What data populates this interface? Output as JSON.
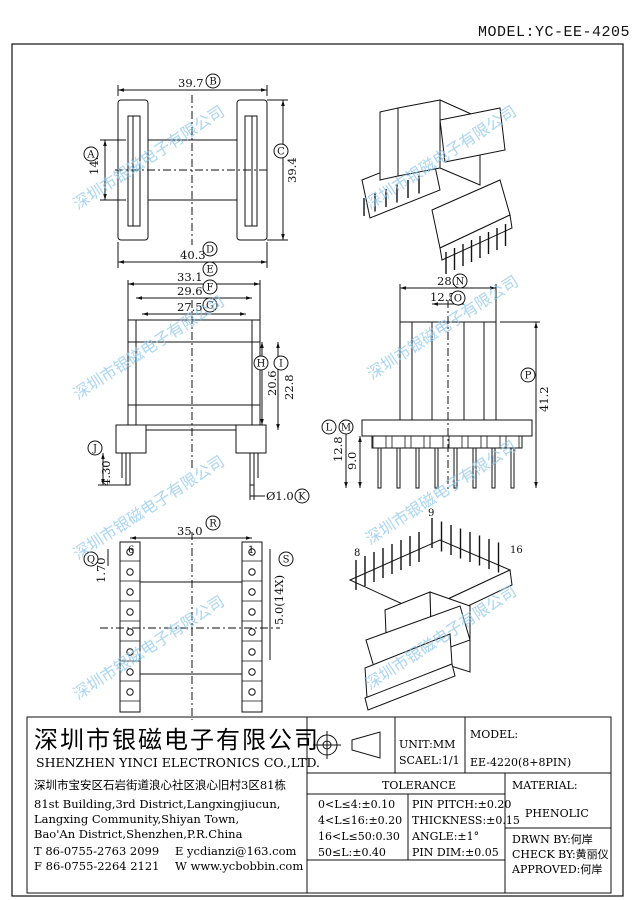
{
  "header": {
    "model": "MODEL:YC-EE-4205"
  },
  "watermark": {
    "text": "深圳市银磁电子有限公司"
  },
  "dims": {
    "B": "39.7",
    "A": "14.5",
    "C": "39.4",
    "D": "40.3",
    "E": "33.1",
    "F": "29.6",
    "G": "27.5",
    "H": "20.6",
    "I": "22.8",
    "J": "4.30",
    "K": "Ø1.0",
    "N": "28.4",
    "O": "12.5",
    "P": "41.2",
    "L": "12.8",
    "M": "9.0",
    "R": "35.0",
    "Q": "1.70",
    "S": "5.0(14X)"
  },
  "letters": [
    "A",
    "B",
    "C",
    "D",
    "E",
    "F",
    "G",
    "H",
    "I",
    "J",
    "K",
    "L",
    "M",
    "N",
    "O",
    "P",
    "Q",
    "R",
    "S"
  ],
  "pins": {
    "p1": "1",
    "p6": "6",
    "p8": "8",
    "p9": "9",
    "p16": "16"
  },
  "title_block": {
    "company_cn": "深圳市银磁电子有限公司",
    "company_en": "SHENZHEN YINCI ELECTRONICS CO.,LTD.",
    "address_cn": "深圳市宝安区石岩街道浪心社区浪心旧村3区81栋",
    "address_en_1": "81st Building,3rd District,Langxingjiucun,",
    "address_en_2": "Langxing Community,Shiyan Town,",
    "address_en_3": "Bao'An District,Shenzhen,P.R.China",
    "tel": "T 86-0755-2763 2099",
    "fax": "F 86-0755-2264 2121",
    "email": "E ycdianzi@163.com",
    "web": "W www.ycbobbin.com",
    "unit": "UNIT:MM",
    "scale": "SCAEL:1/1",
    "model_label": "MODEL:",
    "model_value": "EE-4220(8+8PIN)",
    "tolerance_title": "TOLERANCE",
    "tol": [
      "0<L≤4:±0.10",
      "4<L≤16:±0.20",
      "16<L≤50:0.30",
      "50≤L:±0.40"
    ],
    "pin_tol": [
      "PIN PITCH:±0.20",
      "THICKNESS:±0.15",
      "ANGLE:±1°",
      "PIN DIM:±0.05"
    ],
    "material_label": "MATERIAL:",
    "material_value": "PHENOLIC",
    "drawn": "DRWN BY:何岸",
    "check": "CHECK BY:黄丽仪",
    "approved": "APPROVED:何岸"
  }
}
